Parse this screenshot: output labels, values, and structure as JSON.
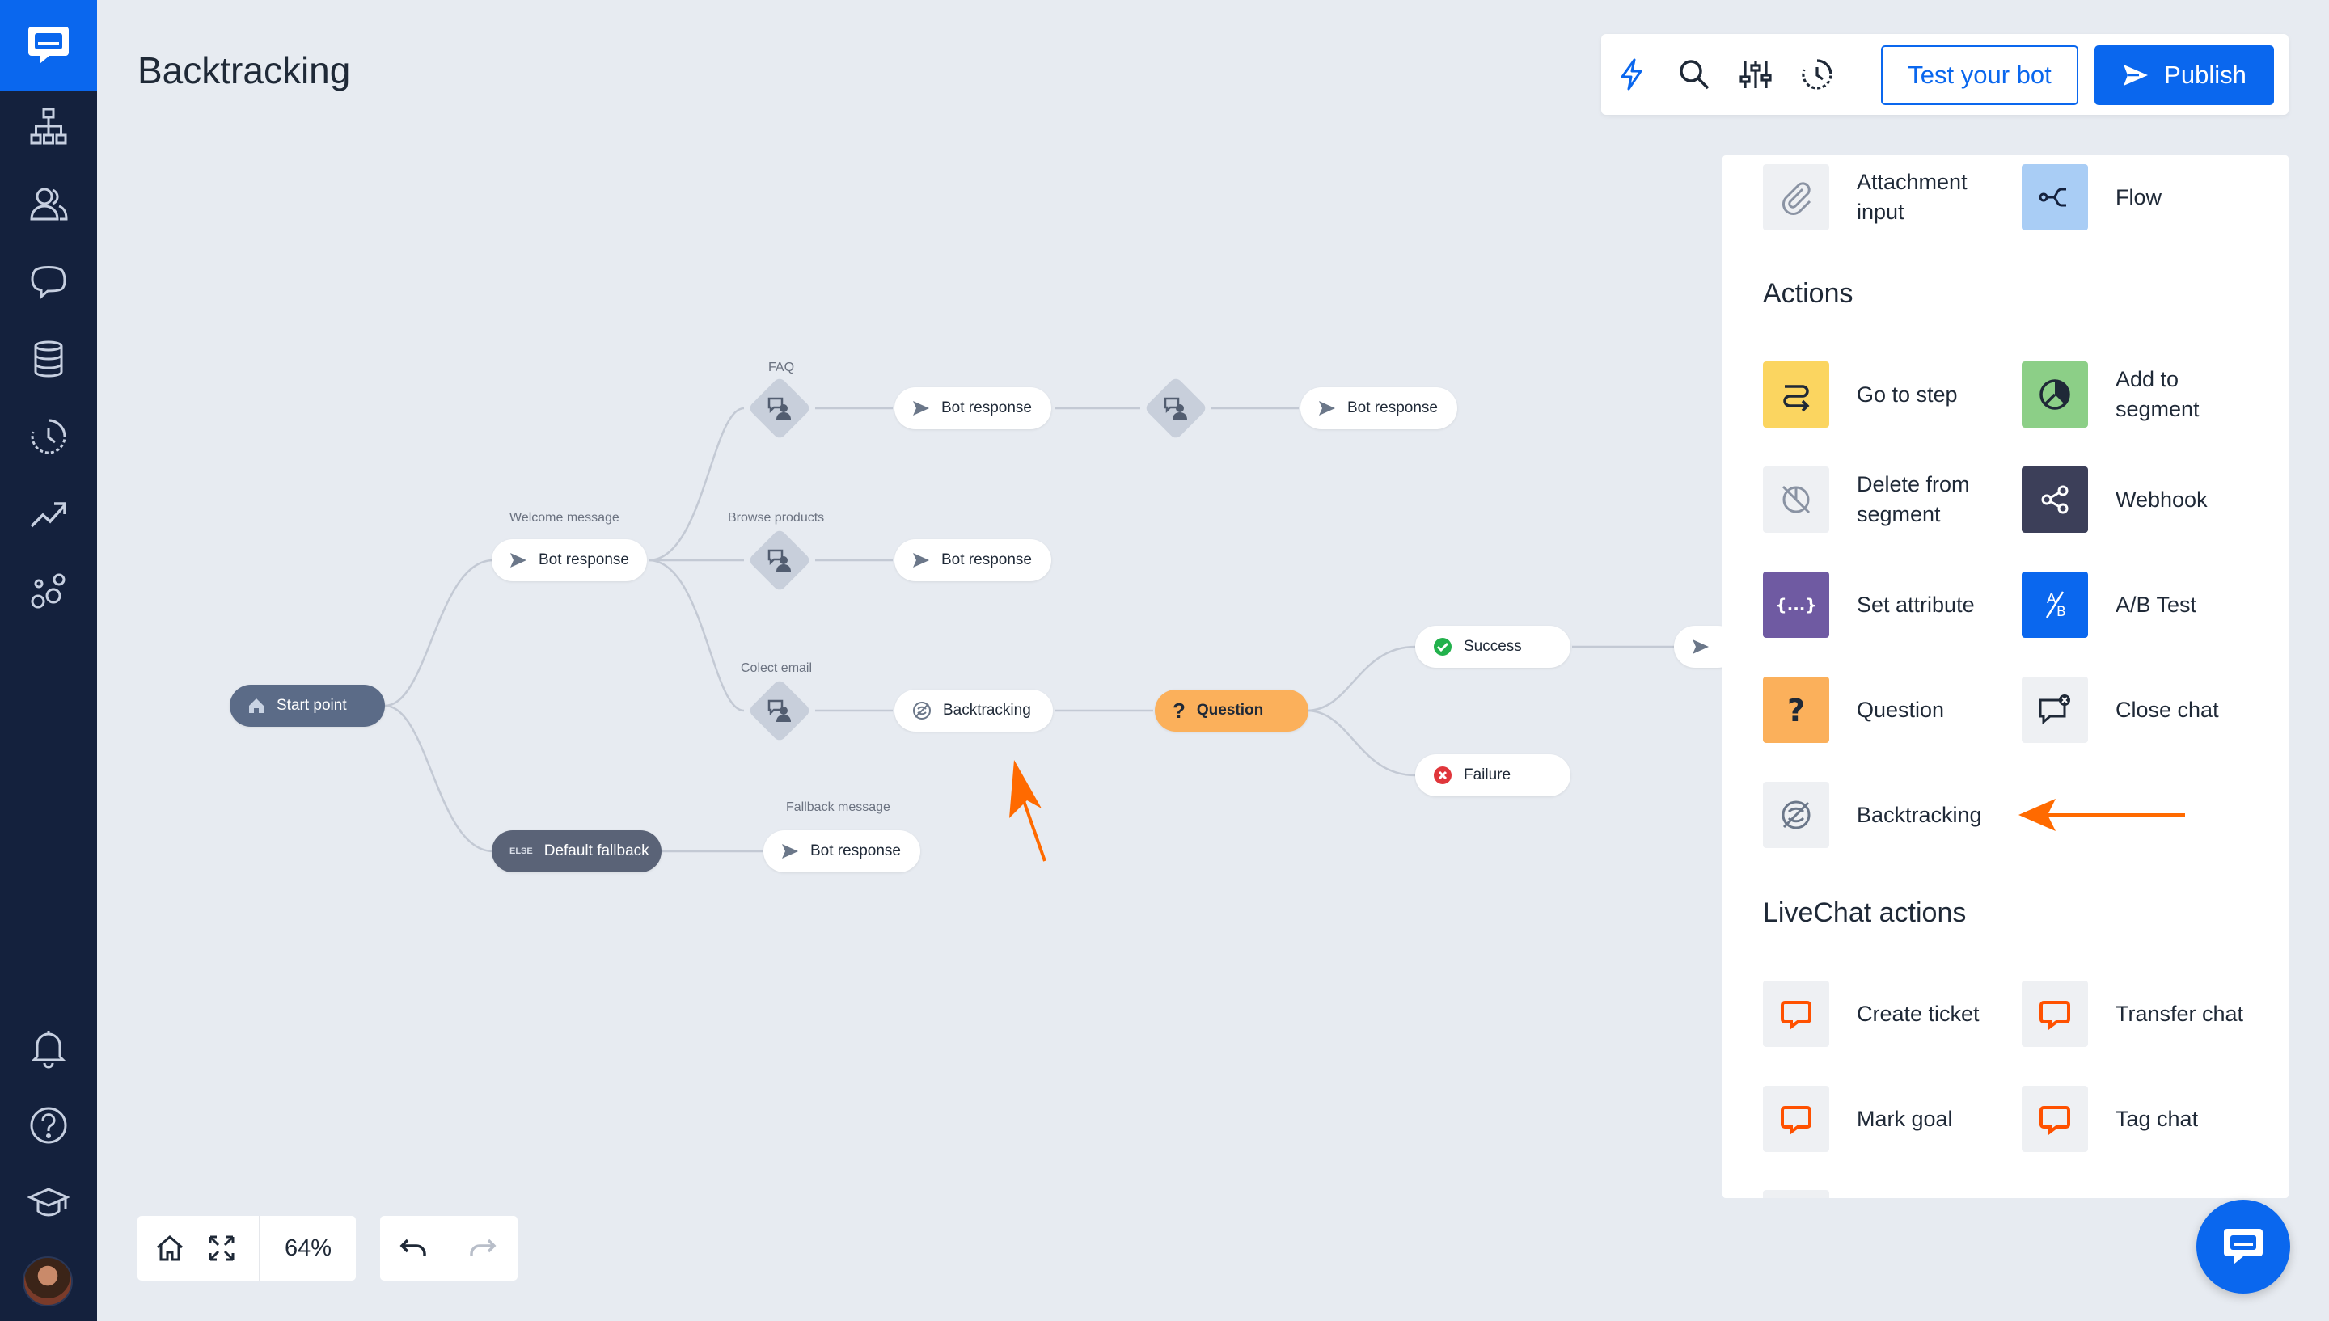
{
  "page": {
    "title": "Backtracking"
  },
  "toolbar": {
    "test_label": "Test your bot",
    "publish_label": "Publish"
  },
  "canvas": {
    "start_point": "Start point",
    "welcome_label": "Welcome message",
    "welcome_node": "Bot response",
    "faq_label": "FAQ",
    "faq_response": "Bot response",
    "faq_response_2": "Bot response",
    "browse_label": "Browse products",
    "browse_response": "Bot response",
    "collect_label": "Colect email",
    "backtracking_node": "Backtracking",
    "question_node": "Question",
    "success_node": "Success",
    "failure_node": "Failure",
    "partial_node": "B",
    "default_fallback_badge": "ELSE",
    "default_fallback": "Default fallback",
    "fallback_label": "Fallback message",
    "fallback_response": "Bot response"
  },
  "panel": {
    "top_items": [
      {
        "label": "Attachment\ninput",
        "icon": "paperclip-icon",
        "color": "#eef0f3"
      },
      {
        "label": "Flow",
        "icon": "flow-icon",
        "color": "#a9cdf5"
      }
    ],
    "actions_title": "Actions",
    "actions": [
      {
        "label": "Go to step",
        "icon": "go-to-step-icon",
        "color": "#fbd560"
      },
      {
        "label": "Add to\nsegment",
        "icon": "pie-chart-icon",
        "color": "#8ccf87"
      },
      {
        "label": "Delete from\nsegment",
        "icon": "delete-segment-icon",
        "color": "#eef0f3"
      },
      {
        "label": "Webhook",
        "icon": "webhook-icon",
        "color": "#3c3f59"
      },
      {
        "label": "Set attribute",
        "icon": "braces-icon",
        "color": "#6f5aa2"
      },
      {
        "label": "A/B Test",
        "icon": "ab-test-icon",
        "color": "#0a67ee"
      },
      {
        "label": "Question",
        "icon": "question-icon",
        "color": "#fbb05b"
      },
      {
        "label": "Close chat",
        "icon": "close-chat-icon",
        "color": "#eef0f3"
      },
      {
        "label": "Backtracking",
        "icon": "backtracking-icon",
        "color": "#eef0f3"
      }
    ],
    "livechat_title": "LiveChat actions",
    "livechat": [
      {
        "label": "Create ticket",
        "icon": "livechat-icon",
        "color": "#eef0f3"
      },
      {
        "label": "Transfer chat",
        "icon": "livechat-icon",
        "color": "#eef0f3"
      },
      {
        "label": "Mark goal",
        "icon": "livechat-icon",
        "color": "#eef0f3"
      },
      {
        "label": "Tag chat",
        "icon": "livechat-icon",
        "color": "#eef0f3"
      }
    ]
  },
  "zoom": {
    "level": "64%"
  },
  "colors": {
    "accent": "#0a67ee",
    "sidebar": "#14213d",
    "annotation": "#ff6a00",
    "livechat": "#ff5100"
  }
}
